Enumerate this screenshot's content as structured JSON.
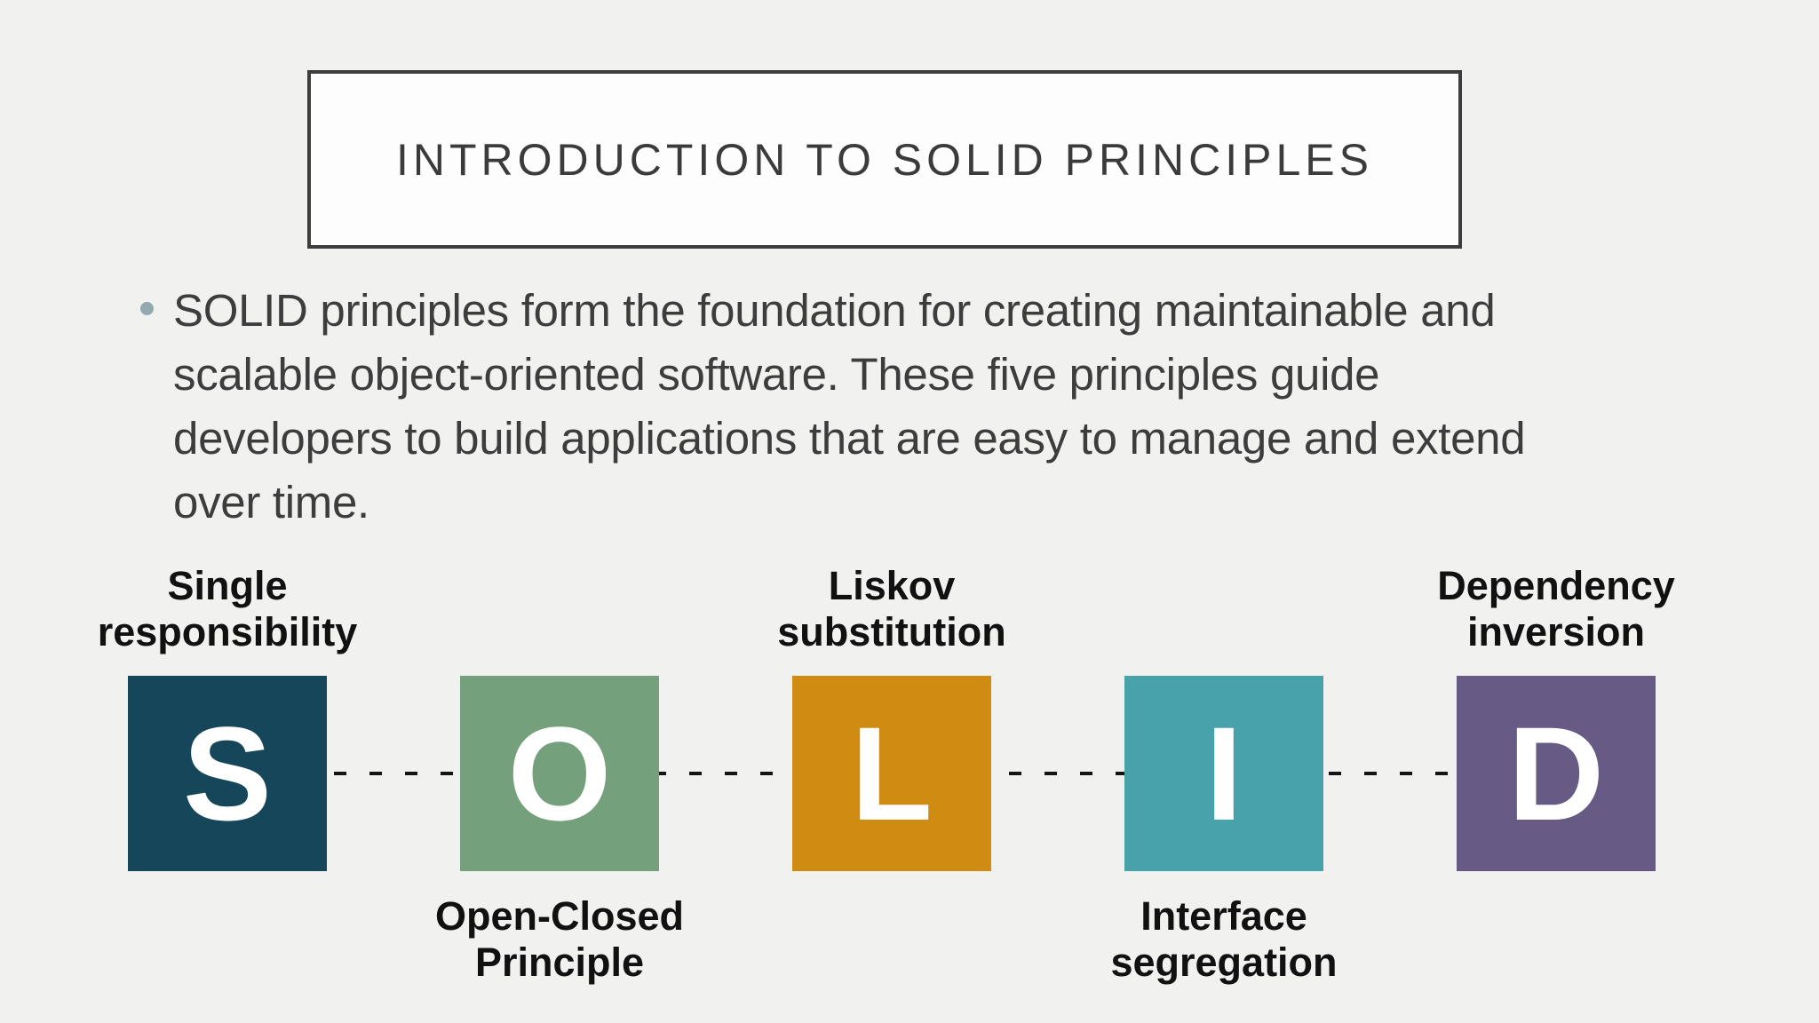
{
  "slide": {
    "title": "INTRODUCTION TO SOLID PRINCIPLES",
    "intro": {
      "lines": [
        "SOLID principles form the foundation for creating maintainable and",
        "scalable object-oriented software. These five principles guide",
        "developers to build applications that are easy to manage and extend",
        "over time."
      ]
    },
    "principles": [
      {
        "letter": "S",
        "label": "Single responsibility",
        "label_position": "above",
        "color": "#15465a"
      },
      {
        "letter": "O",
        "label": "Open-Closed Principle",
        "label_position": "below",
        "color": "#74a17c"
      },
      {
        "letter": "L",
        "label": "Liskov substitution",
        "label_position": "above",
        "color": "#d08b12"
      },
      {
        "letter": "I",
        "label": "Interface segregation",
        "label_position": "below",
        "color": "#48a2ab"
      },
      {
        "letter": "D",
        "label": "Dependency inversion",
        "label_position": "above",
        "color": "#675a84"
      }
    ],
    "colors": {
      "background": "#f1f1f0",
      "title_text": "#3b3b3b",
      "title_box_background": "#fdfdfd",
      "title_box_border": "#3d3d3d",
      "body_text": "#3d3d3d",
      "bullet": "#91a9af",
      "square_letter": "#ffffff",
      "label_text": "#111111",
      "connector": "#141414"
    }
  }
}
